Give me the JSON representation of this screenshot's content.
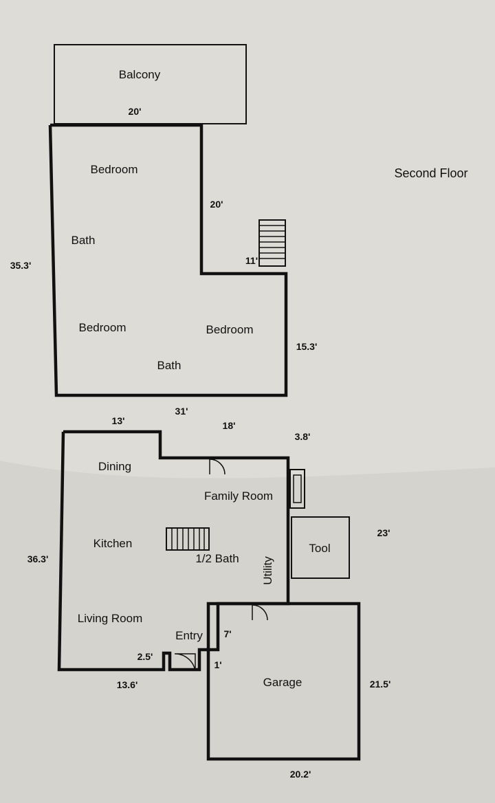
{
  "diagram": {
    "heading": "Second Floor",
    "colors": {
      "paper": "#dedcd6",
      "ink": "#111111",
      "shadow": "#c9c8c3"
    },
    "upper_floor": {
      "rooms": {
        "balcony": "Balcony",
        "bedroom_top": "Bedroom",
        "bath_top": "Bath",
        "bedroom_left": "Bedroom",
        "bedroom_right": "Bedroom",
        "bath_bottom": "Bath"
      },
      "dimensions": {
        "balcony_width": "20'",
        "left_height": "35.3'",
        "inner_wall": "20'",
        "stair_step": "11'",
        "right_height": "15.3'",
        "bottom_width": "31'"
      }
    },
    "lower_floor": {
      "rooms": {
        "dining": "Dining",
        "family_room": "Family Room",
        "kitchen": "Kitchen",
        "half_bath": "1/2 Bath",
        "utility": "Utility",
        "tool": "Tool",
        "living_room": "Living Room",
        "entry": "Entry",
        "garage": "Garage"
      },
      "dimensions": {
        "top_left": "13'",
        "top_middle": "18'",
        "top_right": "3.8'",
        "left_height": "36.3'",
        "right_height": "23'",
        "entry_jog": "2.5'",
        "bottom_left": "13.6'",
        "entry_depth": "7'",
        "entry_step": "1'",
        "garage_height": "21.5'",
        "garage_width": "20.2'"
      }
    }
  }
}
